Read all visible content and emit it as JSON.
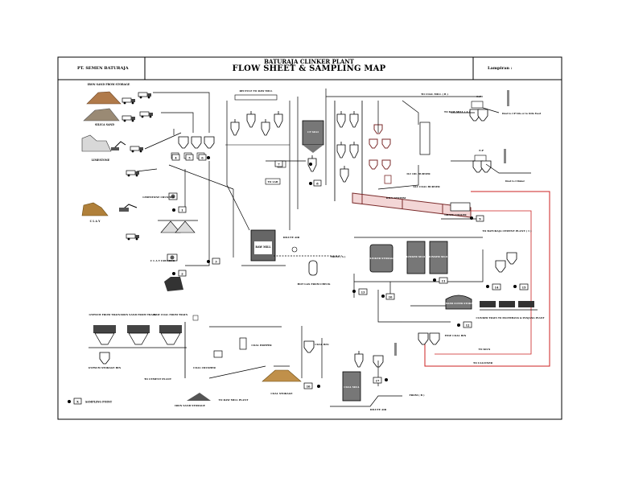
{
  "header": {
    "company": "PT. SEMEN BATURAJA",
    "subtitle": "BATURAJA CLINKER PLANT",
    "title": "FLOW SHEET & SAMPLING MAP",
    "lampiran": "Lampiran   :"
  },
  "labels": {
    "iron_sand": "IRON SAND FROM STORAGE",
    "silica_sand": "SILICA SAND",
    "limestone": "LIMESTONE",
    "clay": "C L A Y",
    "limestone_crusher": "LIMESTONE CRUSHER",
    "clay_crusher": "C L A Y CRUSHER",
    "recycle": "RECYCLE TO RAW MILL",
    "to_coal_mill": "TO COAL MILL ( B )",
    "to_raw_mill_a": "TO RAW MILL ( A )",
    "ep": "E.P",
    "dust_ep": "Dust to CP Silo or to Kiln Feed",
    "dust_cooler": "Dust to Clinker",
    "cf_silo": "CF SILO",
    "to_lab": "TO LAB",
    "ilc_oil": "ILC OIL BURNER",
    "slc_coal": "SLC COAL BURNER",
    "kiln_system": "KILN SYSTEM",
    "grate_cooler": "GRATE COOLER",
    "to_baturaja": "TO BATURAJA CEMENT PLANT ( 1 )",
    "raw_mill": "RAW MILL",
    "dilute_air": "DILUTE AIR",
    "from_a": "FROM ( A )",
    "hot_gas": "HOT GAS FROM CHECK",
    "clinker_silo_1": "CLINKER STORAGE",
    "clinker_silo_2": "CLINKER SILO 1",
    "clinker_silo_3": "CLINKER SILO 2",
    "clinker_cover": "CLINKER COVER STORAGE",
    "clinker_train": "CLINKER TRAIN TO PALEMBANG & PANJANG PLANT",
    "gypsum_train": "GYPSUM FROM TRAIN",
    "iron_train": "IRON SAND FROM TRAIN",
    "raw_coal_train": "RAW COAL FROM TRAIN",
    "gypsum_bin": "GYPSUM STORAGE BIN",
    "to_cement": "TO CEMENT PLANT",
    "coal_crusher": "COAL CRUSHER",
    "coal_hopper": "COAL HOPPER",
    "iron_storage": "IRON SAND STORAGE",
    "to_raw_mill_plant": "TO RAW MILL PLANT",
    "coal_bin": "COAL BIN",
    "coal_storage": "COAL STORAGE",
    "coal_mill": "COAL MILL",
    "fine_coal_bin": "FINE COAL BIN",
    "to_kiln": "TO KILN",
    "to_calciner": "TO CALCINER",
    "from_b": "FROM ( B )",
    "legend": "SAMPLING POINT",
    "legend_x": "X"
  },
  "sampling_points": [
    "1",
    "2",
    "3",
    "4",
    "5",
    "6",
    "7",
    "8",
    "9",
    "10",
    "11",
    "12",
    "13",
    "14",
    "15",
    "16",
    "17"
  ]
}
